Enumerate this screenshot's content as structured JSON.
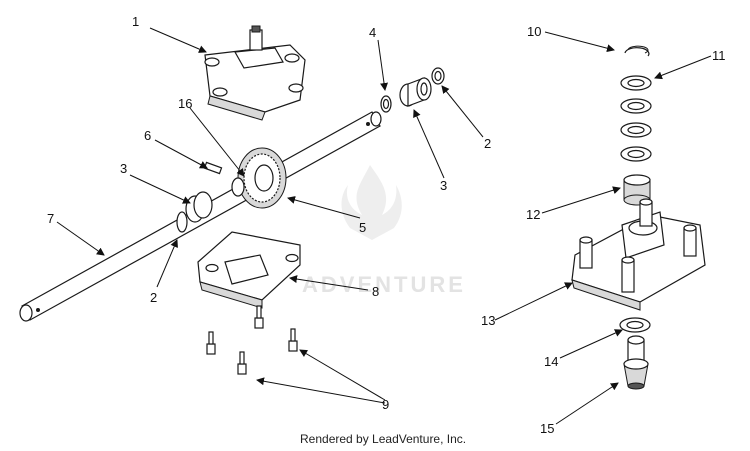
{
  "watermark": {
    "text": "ADVENTURE"
  },
  "caption": "Rendered by LeadVenture, Inc.",
  "callouts": {
    "c1": "1",
    "c2a": "2",
    "c2b": "2",
    "c3a": "3",
    "c3b": "3",
    "c4": "4",
    "c5": "5",
    "c6": "6",
    "c7": "7",
    "c8": "8",
    "c9": "9",
    "c10": "10",
    "c11": "11",
    "c12": "12",
    "c13": "13",
    "c14": "14",
    "c15": "15",
    "c16": "16"
  }
}
